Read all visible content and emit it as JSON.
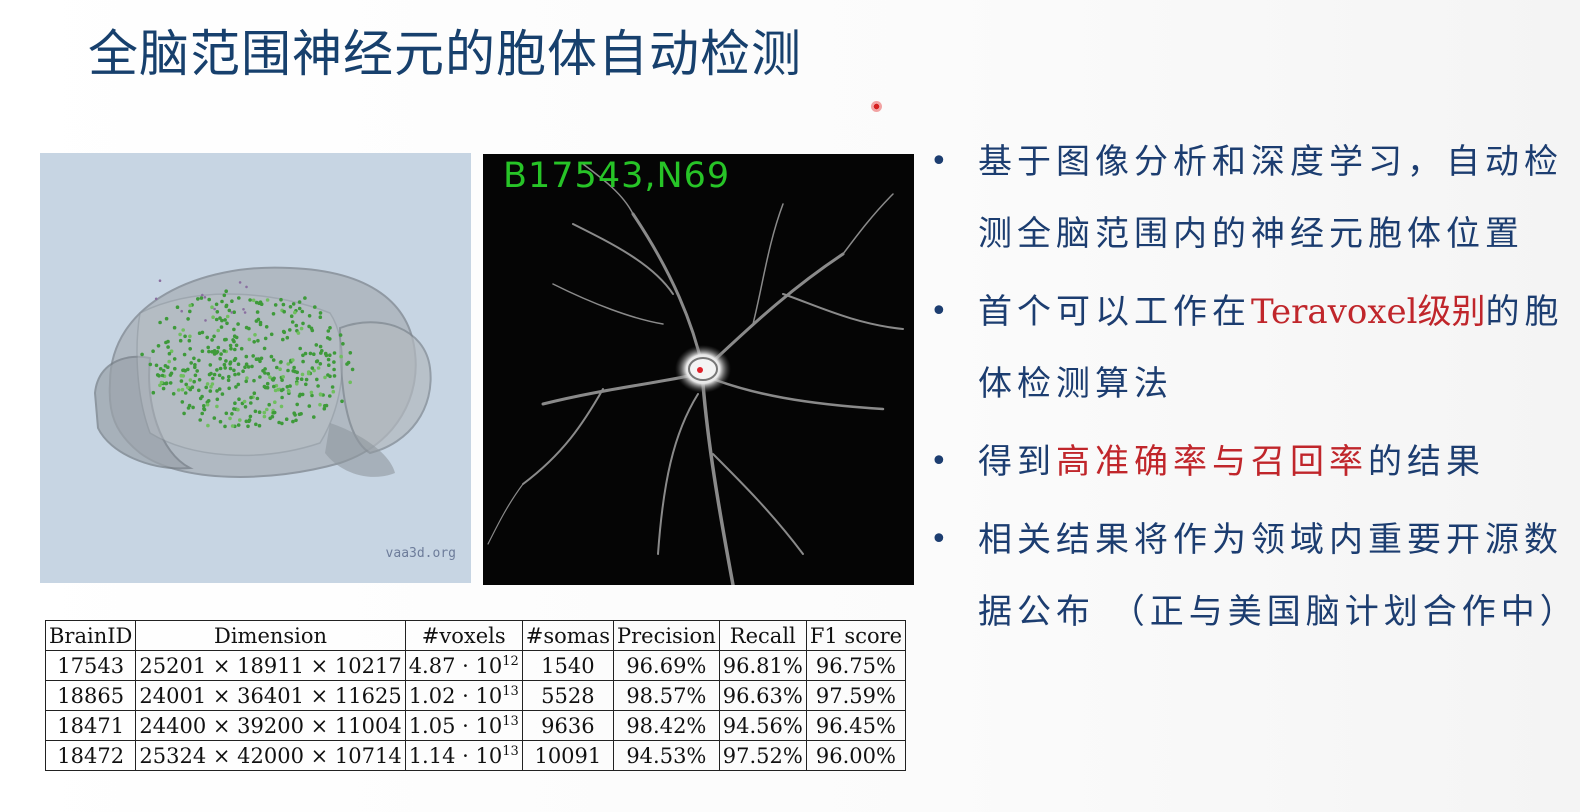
{
  "title": "全脑范围神经元的胞体自动检测",
  "brain_image": {
    "watermark": "vaa3d.org"
  },
  "neuron_image": {
    "label": "B17543,N69"
  },
  "table": {
    "headers": [
      "BrainID",
      "Dimension",
      "#voxels",
      "#somas",
      "Precision",
      "Recall",
      "F1 score"
    ],
    "rows": [
      {
        "brain_id": "17543",
        "dimension": "25201 × 18911 × 10217",
        "voxels_base": "4.87 · 10",
        "voxels_exp": "12",
        "somas": "1540",
        "precision": "96.69%",
        "recall": "96.81%",
        "f1": "96.75%"
      },
      {
        "brain_id": "18865",
        "dimension": "24001 × 36401 × 11625",
        "voxels_base": "1.02 · 10",
        "voxels_exp": "13",
        "somas": "5528",
        "precision": "98.57%",
        "recall": "96.63%",
        "f1": "97.59%"
      },
      {
        "brain_id": "18471",
        "dimension": "24400 × 39200 × 11004",
        "voxels_base": "1.05 · 10",
        "voxels_exp": "13",
        "somas": "9636",
        "precision": "98.42%",
        "recall": "94.56%",
        "f1": "96.45%"
      },
      {
        "brain_id": "18472",
        "dimension": "25324 × 42000 × 10714",
        "voxels_base": "1.14 · 10",
        "voxels_exp": "13",
        "somas": "10091",
        "precision": "94.53%",
        "recall": "97.52%",
        "f1": "96.00%"
      }
    ]
  },
  "bullets": [
    {
      "text": "基于图像分析和深度学习，自动检测全脑范围内的神经元胞体位置"
    },
    {
      "pre": "首个可以工作在",
      "highlight": "Teravoxel级别",
      "post": "的胞体检测算法"
    },
    {
      "pre": "得到",
      "highlight": "高准确率与召回率",
      "post": "的结果"
    },
    {
      "text": "相关结果将作为领域内重要开源数据公布 （正与美国脑计划合作中）"
    }
  ],
  "colors": {
    "title": "#17406d",
    "bullet_text": "#1c3d70",
    "highlight": "#c0262b",
    "neuron_label": "#27c427"
  }
}
